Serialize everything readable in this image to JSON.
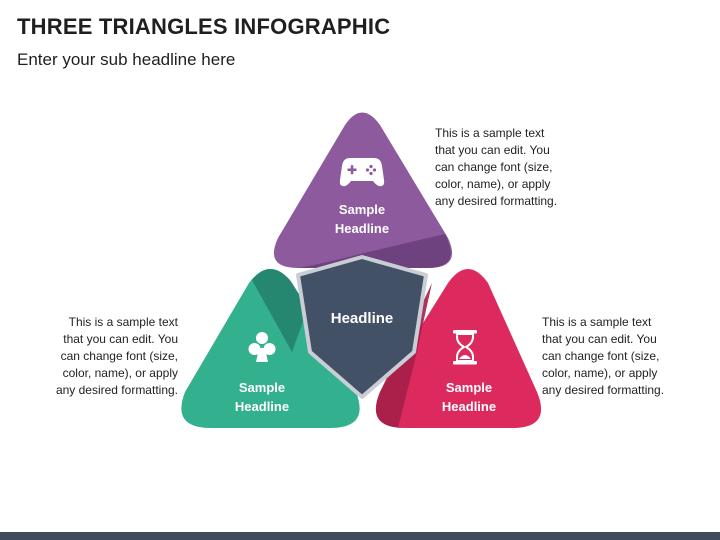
{
  "header": {
    "title": "THREE TRIANGLES INFOGRAPHIC",
    "subtitle": "Enter your sub headline here"
  },
  "center": {
    "label": "Headline"
  },
  "triangles": [
    {
      "label_line1": "Sample",
      "label_line2": "Headline",
      "icon": "gamepad-icon",
      "color": "#8e5a9e",
      "shade": "#6a3f7a"
    },
    {
      "label_line1": "Sample",
      "label_line2": "Headline",
      "icon": "club-icon",
      "color": "#33b08e",
      "shade": "#23806a"
    },
    {
      "label_line1": "Sample",
      "label_line2": "Headline",
      "icon": "hourglass-icon",
      "color": "#dc2a5e",
      "shade": "#a41f48"
    }
  ],
  "descriptions": {
    "top": [
      "This is a sample text",
      "that you can edit. You",
      "can change font (size,",
      "color, name), or apply",
      "any desired formatting."
    ],
    "left": [
      "This is a sample text",
      "that you can edit. You",
      "can change font (size,",
      "color, name), or apply",
      "any desired formatting."
    ],
    "right": [
      "This is a sample text",
      "that you can edit. You",
      "can change font (size,",
      "color, name), or apply",
      "any desired formatting."
    ]
  },
  "colors": {
    "center": "#435167",
    "center_border": "#c9ced6"
  }
}
